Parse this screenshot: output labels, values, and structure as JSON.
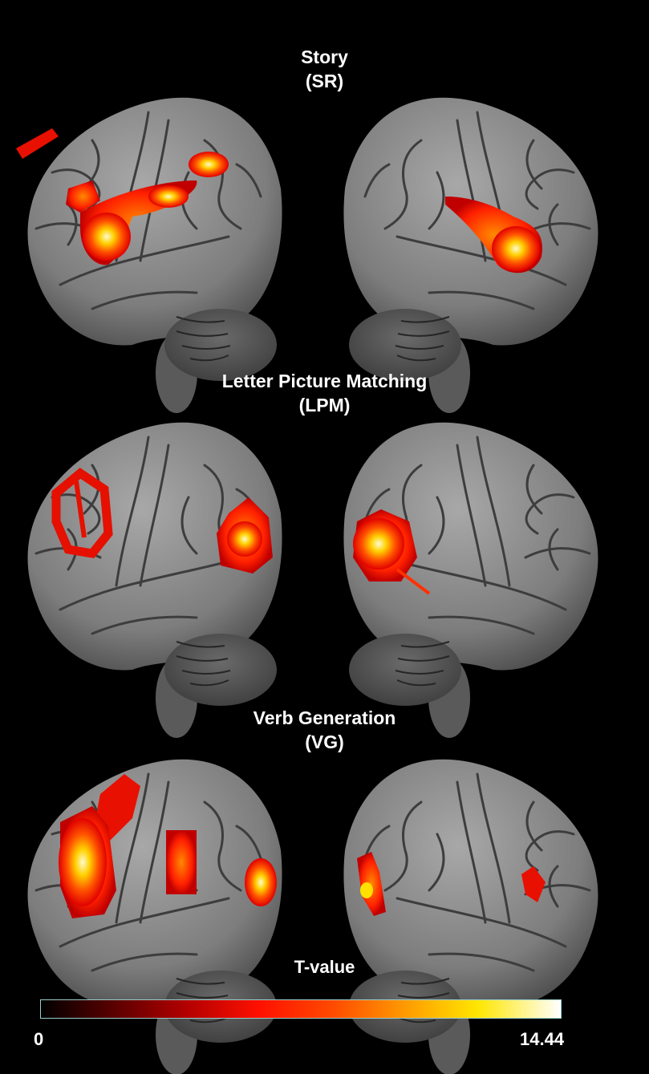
{
  "panels": [
    {
      "title": "Story",
      "abbr": "(SR)"
    },
    {
      "title": "Letter Picture Matching",
      "abbr": "(LPM)"
    },
    {
      "title": "Verb Generation",
      "abbr": "(VG)"
    }
  ],
  "colorbar": {
    "label": "T-value",
    "min": "0",
    "max": "14.44",
    "colormap": [
      "#000000",
      "#8b0000",
      "#ff0000",
      "#ff8000",
      "#ffff00",
      "#ffffff"
    ]
  },
  "colors": {
    "background": "#000000",
    "brain": "#8c8c8c",
    "sulci": "#3a3a3a"
  }
}
